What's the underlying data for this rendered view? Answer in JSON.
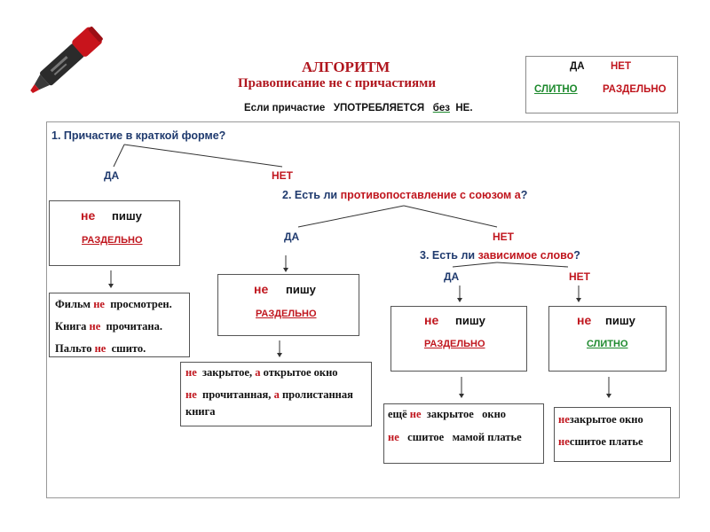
{
  "title": "АЛГОРИТМ",
  "subtitle": "Правописание не с причастиями",
  "rule": {
    "prefix": "Если причастие",
    "verb": "УПОТРЕБЛЯЕТСЯ",
    "without": "без",
    "ne": "НЕ."
  },
  "legend": {
    "yes": "ДА",
    "no": "НЕТ",
    "together": "СЛИТНО",
    "apart": "РАЗДЕЛЬНО"
  },
  "q1": {
    "text": "1. Причастие в краткой форме?"
  },
  "q2": {
    "prefix": "2. Есть ли",
    "highlight": "противопоставление с союзом а",
    "suffix": "?"
  },
  "q3": {
    "prefix": "3. Есть ли",
    "highlight": "зависимое слово",
    "suffix": "?"
  },
  "labels": {
    "yes1": "ДА",
    "no1": "НЕТ",
    "yes2": "ДА",
    "no2": "НЕТ",
    "yes3": "ДА",
    "no3": "НЕТ"
  },
  "decision": {
    "ne": "не",
    "write": "пишу",
    "apart": "РАЗДЕЛЬНО",
    "together": "СЛИТНО"
  },
  "examples1": [
    {
      "a": "Фильм",
      "ne": "не",
      "b": "просмотрен."
    },
    {
      "a": "Книга",
      "ne": "не",
      "b": "прочитана."
    },
    {
      "a": "Пальто",
      "ne": "не",
      "b": "сшито."
    }
  ],
  "examples2": [
    {
      "ne": "не",
      "a": "закрытое,",
      "conj": "а",
      "b": "открытое окно"
    },
    {
      "ne": "не",
      "a": "прочитанная,",
      "conj": "а",
      "b": "пролистанная",
      "c": "книга"
    }
  ],
  "examples3": [
    {
      "a": "ещё",
      "ne": "не",
      "b": "закрытое   окно"
    },
    {
      "a": "",
      "ne": "не",
      "b": "сшитое   мамой платье"
    }
  ],
  "examples4": [
    {
      "ne": "не",
      "b": "закрытое окно"
    },
    {
      "ne": "не",
      "b": "сшитое платье"
    }
  ],
  "colors": {
    "red": "#c0161e",
    "green": "#1e8a2e",
    "navy": "#1f3a6e"
  },
  "icons": {
    "marker": "highlighter-marker-icon"
  }
}
